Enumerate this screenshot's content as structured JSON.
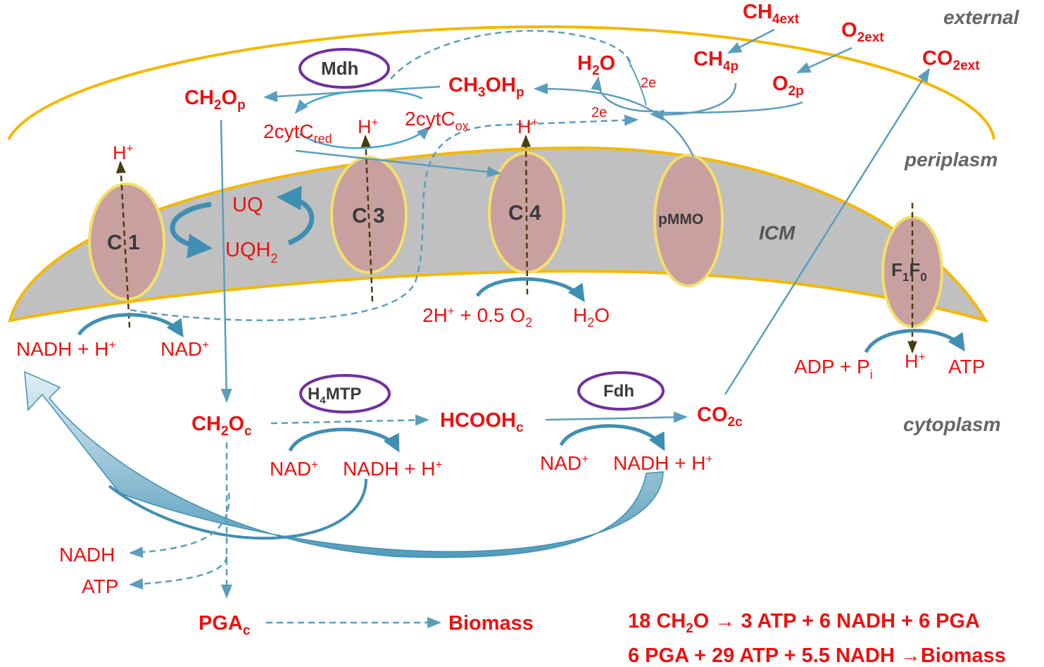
{
  "compartments": {
    "external": "external",
    "periplasm": "periplasm",
    "icm": "ICM",
    "cytoplasm": "cytoplasm"
  },
  "complexes": {
    "c1": "C 1",
    "c3": "C 3",
    "c4": "C 4",
    "pmmo": "pMMO",
    "f1": "F",
    "f1_sub": "1",
    "f0": "F",
    "f0_sub": "0"
  },
  "enzymes": {
    "mdh": "Mdh",
    "h4mtp_a": "H",
    "h4mtp_sub": "4",
    "h4mtp_b": "MTP",
    "fdh": "Fdh"
  },
  "species": {
    "ch4ext_a": "CH",
    "ch4ext_sub": "4ext",
    "o2ext_a": "O",
    "o2ext_sub": "2ext",
    "co2ext_a": "CO",
    "co2ext_sub": "2ext",
    "ch4p_a": "CH",
    "ch4p_sub": "4p",
    "o2p_a": "O",
    "o2p_sub": "2p",
    "h2o_a": "H",
    "h2o_sub": "2",
    "h2o_b": "O",
    "ch3ohp_a": "CH",
    "ch3ohp_sub": "3",
    "ch3ohp_b": "OH",
    "ch3ohp_sub2": "p",
    "ch2op_a": "CH",
    "ch2op_sub": "2",
    "ch2op_b": "O",
    "ch2op_sub2": "p",
    "cytred_a": "2cytC",
    "cytred_sub": "red",
    "cytox_a": "2cytC",
    "cytox_sub": "ox",
    "uq": "UQ",
    "uqh2_a": "UQH",
    "uqh2_sub": "2",
    "h_plus_main": "H",
    "plus": "+",
    "e2": "2e",
    "nadh_h_a": "NADH + H",
    "nad_a": "NAD",
    "h2o_c4_a": "2H",
    "h2o_c4_b": " + 0.5 O",
    "h2o_c4_sub": "2",
    "h2o_out_a": "H",
    "h2o_out_sub": "2",
    "h2o_out_b": "O",
    "adp_a": "ADP + P",
    "adp_sub": "i",
    "atp": "ATP",
    "ch2oc_a": "CH",
    "ch2oc_sub": "2",
    "ch2oc_b": "O",
    "ch2oc_sub2": "c",
    "hcoohc_a": "HCOOH",
    "hcoohc_sub": "c",
    "co2c_a": "CO",
    "co2c_sub": "2c",
    "nadh": "NADH",
    "pgac_a": "PGA",
    "pgac_sub": "c",
    "biomass": "Biomass"
  },
  "equations": {
    "eq1_a": "18 CH",
    "eq1_sub": "2",
    "eq1_b": "O → 3 ATP + 6 NADH + 6 PGA",
    "eq2": "6 PGA + 29 ATP + 5.5 NADH →Biomass"
  },
  "colors": {
    "membrane_fill": "#c0c0c0",
    "membrane_edge": "#f5b800",
    "complex_fill": "#c9a0a0",
    "complex_edge": "#f3e06a",
    "enzyme_edge": "#7030a0",
    "arrow": "#5b9dbd",
    "label_red": "#ee1111",
    "proton_arrow": "#5a4a10"
  }
}
